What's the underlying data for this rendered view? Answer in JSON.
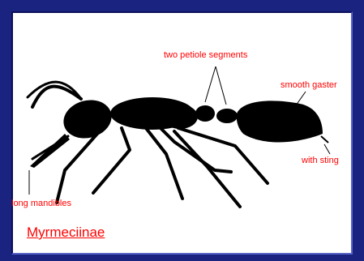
{
  "title": "Myrmeciinae",
  "labels": {
    "petiole": "two petiole segments",
    "gaster": "smooth gaster",
    "sting": "with sting",
    "mandibles": "long mandibles"
  },
  "colors": {
    "background": "#1a2380",
    "panel": "#ffffff",
    "label": "#ff0000",
    "ant": "#000000"
  }
}
